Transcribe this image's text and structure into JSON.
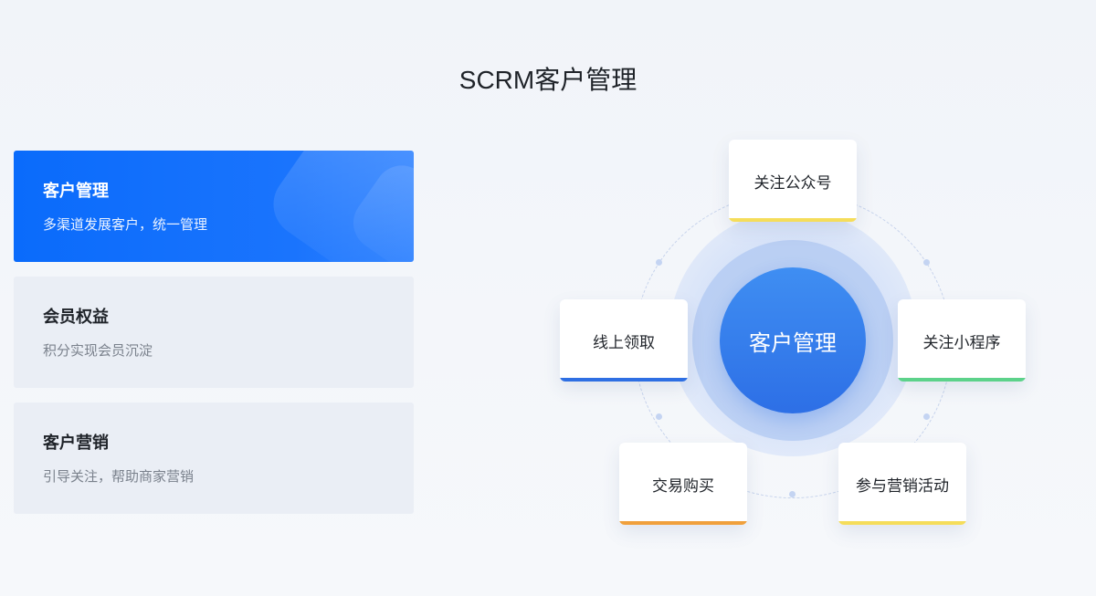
{
  "page": {
    "title": "SCRM客户管理"
  },
  "tabs": [
    {
      "title": "客户管理",
      "desc": "多渠道发展客户，统一管理",
      "active": true
    },
    {
      "title": "会员权益",
      "desc": "积分实现会员沉淀",
      "active": false
    },
    {
      "title": "客户营销",
      "desc": "引导关注，帮助商家营销",
      "active": false
    }
  ],
  "diagram": {
    "center": "客户管理",
    "nodes": [
      {
        "label": "关注公众号",
        "accent": "#f5dd5a"
      },
      {
        "label": "关注小程序",
        "accent": "#5cd28a"
      },
      {
        "label": "参与营销活动",
        "accent": "#f5dd5a"
      },
      {
        "label": "交易购买",
        "accent": "#f0a03c"
      },
      {
        "label": "线上领取",
        "accent": "#2e6fe3"
      }
    ]
  },
  "colors": {
    "primary": "#0a6bfb",
    "core": "#3a85ee"
  }
}
